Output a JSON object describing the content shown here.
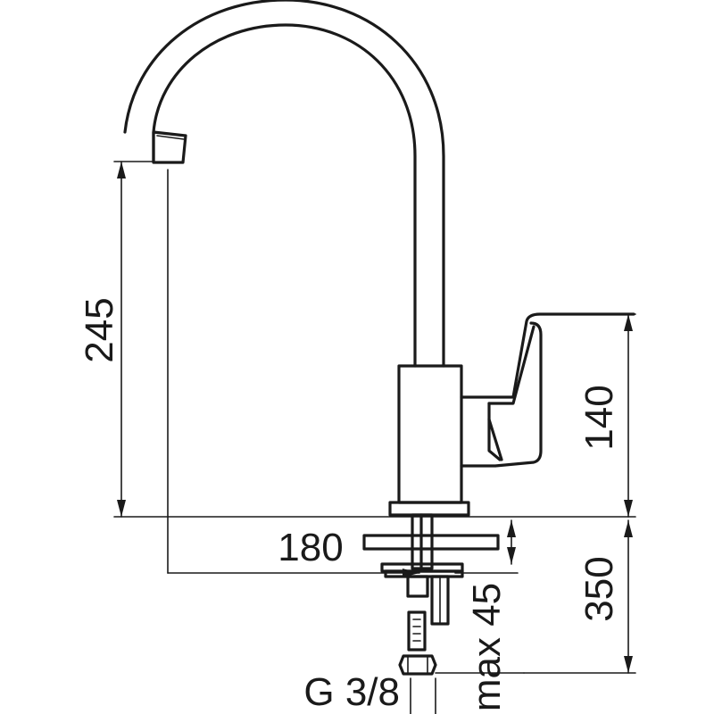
{
  "dimensions": {
    "spout_height": "245",
    "body_height": "140",
    "reach": "180",
    "hose_length": "350",
    "max_thickness": "max 45",
    "connection": "G 3/8"
  }
}
